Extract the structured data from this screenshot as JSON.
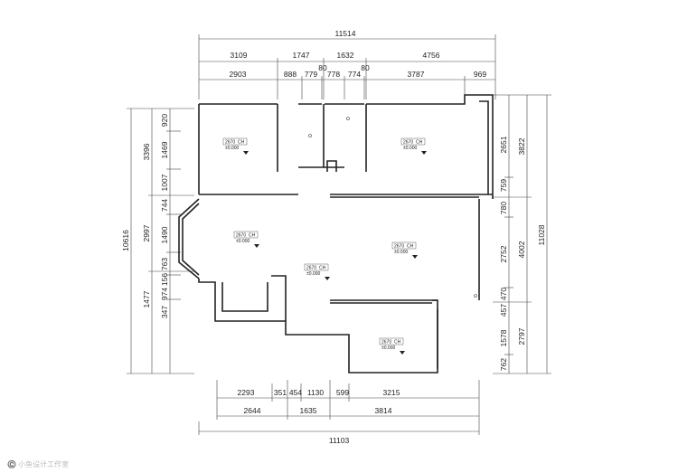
{
  "dimensions": {
    "top": {
      "overall": "11514",
      "row2": [
        "3109",
        "1747",
        "1632",
        "4756"
      ],
      "row3": [
        "2903",
        "888",
        "779",
        "80",
        "778",
        "774",
        "80",
        "3787",
        "969"
      ]
    },
    "bottom": {
      "row1": [
        "2293",
        "351",
        "454",
        "1130",
        "599",
        "3215"
      ],
      "row2": [
        "2644",
        "1635",
        "3814"
      ],
      "overall": "11103"
    },
    "left": {
      "overall": "10616",
      "mid": [
        "3396",
        "2997",
        "1477"
      ],
      "inner": [
        "920",
        "1469",
        "1007",
        "744",
        "1490",
        "763",
        "156",
        "974",
        "347"
      ]
    },
    "right": {
      "overall": "11028",
      "mid": [
        "3822",
        "4002",
        "2797"
      ],
      "inner": [
        "2651",
        "759",
        "780",
        "2752",
        "470",
        "457",
        "1578",
        "762"
      ]
    }
  },
  "room_tags": [
    {
      "height": "2670",
      "unit": "CH",
      "level": "±0.000"
    },
    {
      "height": "2670",
      "unit": "CH",
      "level": "±0.000"
    },
    {
      "height": "2670",
      "unit": "CH",
      "level": "±0.000"
    },
    {
      "height": "2670",
      "unit": "CH",
      "level": "±0.000"
    },
    {
      "height": "2670",
      "unit": "CH",
      "level": "±0.000"
    },
    {
      "height": "2670",
      "unit": "CH",
      "level": "±0.000"
    }
  ],
  "watermark": "©️ 小鱼设计工作室"
}
